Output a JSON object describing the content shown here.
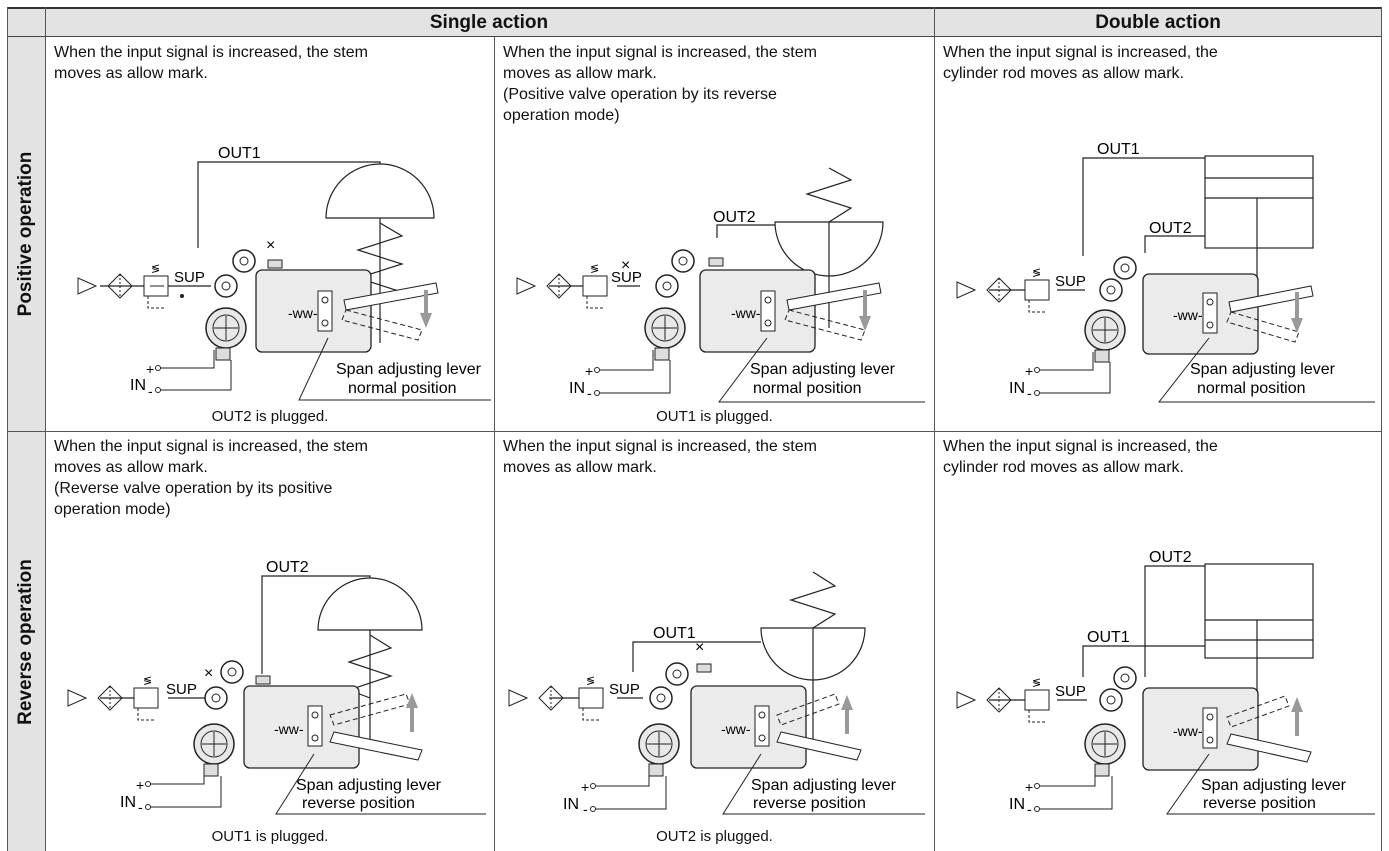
{
  "header": {
    "single_action": "Single action",
    "double_action": "Double action"
  },
  "rows": [
    {
      "label": "Positive operation",
      "cells": [
        {
          "description": "When the input signal is increased, the stem\nmoves as allow mark.",
          "labels": {
            "out_top": "OUT1",
            "sup": "SUP",
            "in": "IN",
            "plus": "+",
            "minus": "-",
            "lever1": "Span adjusting lever",
            "lever2": "normal position"
          },
          "note": "OUT2 is plugged."
        },
        {
          "description": "When the input signal is increased, the stem\nmoves as allow mark.\n(Positive valve operation by its reverse\n operation mode)",
          "labels": {
            "out_top": "OUT2",
            "sup": "SUP",
            "in": "IN",
            "plus": "+",
            "minus": "-",
            "lever1": "Span adjusting lever",
            "lever2": "normal position"
          },
          "note": "OUT1 is plugged."
        },
        {
          "description": "When the input signal is increased, the\ncylinder rod moves as allow mark.",
          "labels": {
            "out_a": "OUT1",
            "out_b": "OUT2",
            "sup": "SUP",
            "in": "IN",
            "plus": "+",
            "minus": "-",
            "lever1": "Span adjusting lever",
            "lever2": "normal position"
          },
          "note": ""
        }
      ]
    },
    {
      "label": "Reverse operation",
      "cells": [
        {
          "description": "When the input signal is increased, the stem\nmoves as allow mark.\n(Reverse valve operation by its positive\n operation mode)",
          "labels": {
            "out_top": "OUT2",
            "sup": "SUP",
            "in": "IN",
            "plus": "+",
            "minus": "-",
            "lever1": "Span adjusting lever",
            "lever2": "reverse position"
          },
          "note": "OUT1 is plugged."
        },
        {
          "description": "When the input signal is increased, the stem\nmoves as allow mark.",
          "labels": {
            "out_top": "OUT1",
            "sup": "SUP",
            "in": "IN",
            "plus": "+",
            "minus": "-",
            "lever1": "Span adjusting lever",
            "lever2": "reverse position"
          },
          "note": "OUT2 is plugged."
        },
        {
          "description": "When the input signal is increased, the\ncylinder rod moves as allow mark.",
          "labels": {
            "out_a": "OUT2",
            "out_b": "OUT1",
            "sup": "SUP",
            "in": "IN",
            "plus": "+",
            "minus": "-",
            "lever1": "Span adjusting lever",
            "lever2": "reverse position"
          },
          "note": ""
        }
      ]
    }
  ]
}
